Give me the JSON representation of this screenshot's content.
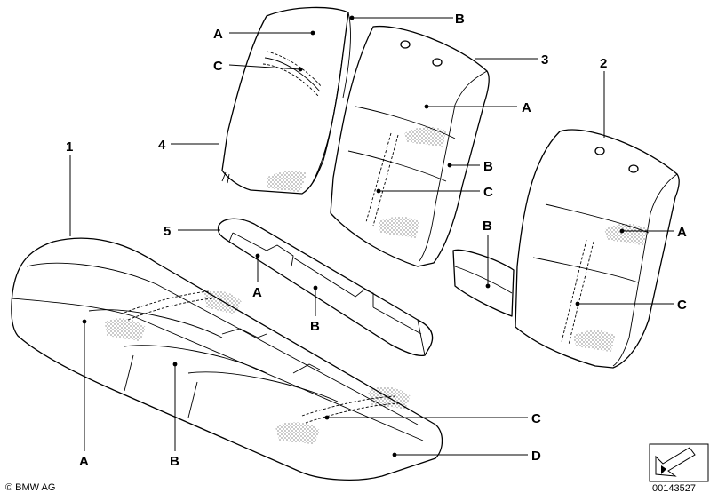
{
  "labels": {
    "part_1": "1",
    "part_2": "2",
    "part_3": "3",
    "part_4": "4",
    "part_5": "5",
    "letter_a": "A",
    "letter_b": "B",
    "letter_c": "C",
    "letter_d": "D"
  },
  "footer": {
    "copyright": "© BMW AG",
    "diagram_number": "00143527"
  }
}
